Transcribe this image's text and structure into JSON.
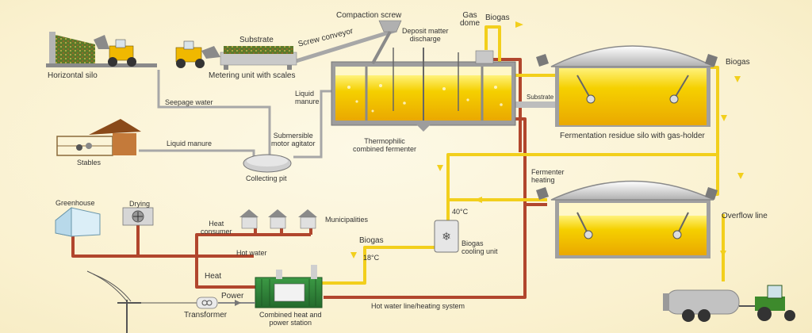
{
  "labels": {
    "horizontal_silo": "Horizontal silo",
    "metering_unit": "Metering unit with scales",
    "substrate_top": "Substrate",
    "screw_conveyor": "Screw conveyor",
    "compaction_screw": "Compaction screw",
    "deposit_l1": "Deposit matter",
    "deposit_l2": "discharge",
    "gas_dome_l1": "Gas",
    "gas_dome_l2": "dome",
    "biogas_top": "Biogas",
    "biogas_right": "Biogas",
    "seepage_water": "Seepage water",
    "liquid_manure_v1": "Liquid",
    "liquid_manure_v2": "manure",
    "substrate_pipe": "Substrate",
    "fermentation_silo": "Fermentation residue silo with gas-holder",
    "stables": "Stables",
    "liquid_manure": "Liquid manure",
    "submersible_l1": "Submersible",
    "submersible_l2": "motor agitator",
    "collecting_pit": "Collecting pit",
    "thermophilic_l1": "Thermophilic",
    "thermophilic_l2": "combined fermenter",
    "fermenter_heating_l1": "Fermenter",
    "fermenter_heating_l2": "heating",
    "greenhouse": "Greenhouse",
    "drying": "Drying",
    "heat_consumer_l1": "Heat",
    "heat_consumer_l2": "consumer",
    "municipalities": "Municipalities",
    "hot_water": "Hot water",
    "temp_40": "40°C",
    "biogas_mid": "Biogas",
    "temp_18": "18°C",
    "cooling_l1": "Biogas",
    "cooling_l2": "cooling unit",
    "overflow_line": "Overflow line",
    "heat": "Heat",
    "power": "Power",
    "transformer": "Transformer",
    "chp_l1": "Combined heat and",
    "chp_l2": "power station",
    "hot_water_line": "Hot water line/heating system"
  },
  "colors": {
    "background": "#fbf4d6",
    "biogas_pipe": "#f2cf1c",
    "heat_pipe": "#b1462d",
    "water_pipe": "#a7a7a7",
    "digestate": "#f5c400",
    "chp": "#2f7f38",
    "tank_roof": "#a9a9a9"
  }
}
